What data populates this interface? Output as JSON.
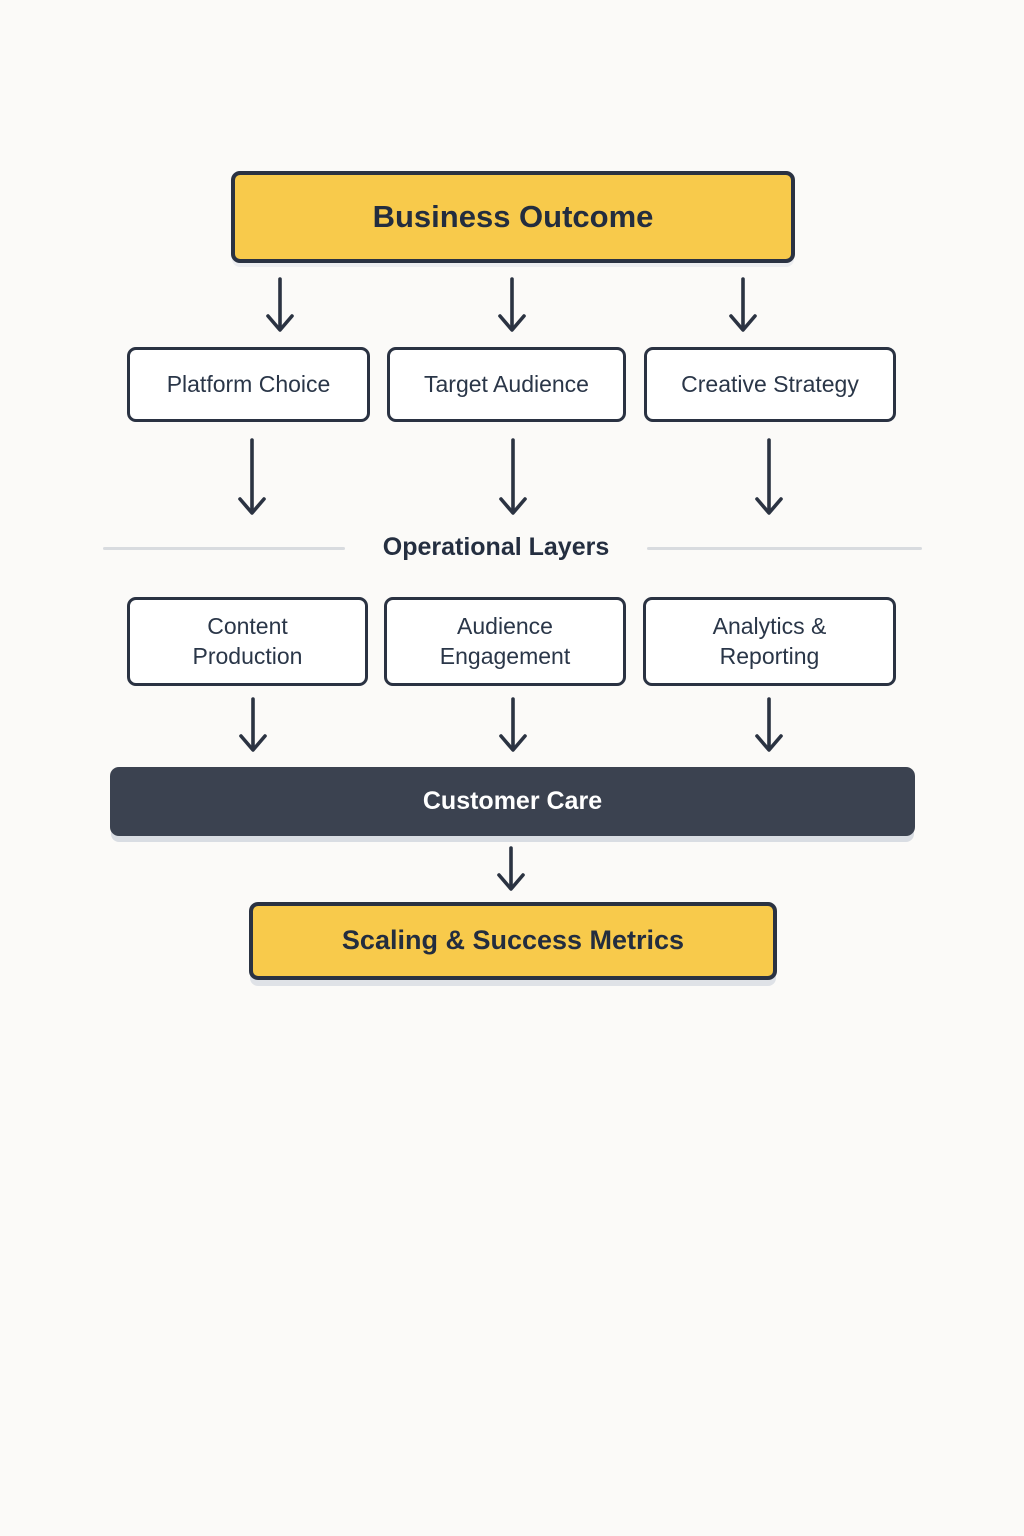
{
  "palette": {
    "yellow": "#F8CA4B",
    "outline": "#2A3242",
    "text_dark": "#242E40",
    "bar_background": "#3B4250",
    "bar_text": "#FFFFFF",
    "divider_line": "#D8DBDF",
    "background": "#FBFAF8"
  },
  "diagram": {
    "top_label": "Business Outcome",
    "strategy_row": [
      "Platform Choice",
      "Target Audience",
      "Creative Strategy"
    ],
    "divider_label": "Operational Layers",
    "operational_row": [
      "Content\nProduction",
      "Audience\nEngagement",
      "Analytics &\nReporting"
    ],
    "care_label": "Customer Care",
    "bottom_label": "Scaling & Success Metrics"
  }
}
